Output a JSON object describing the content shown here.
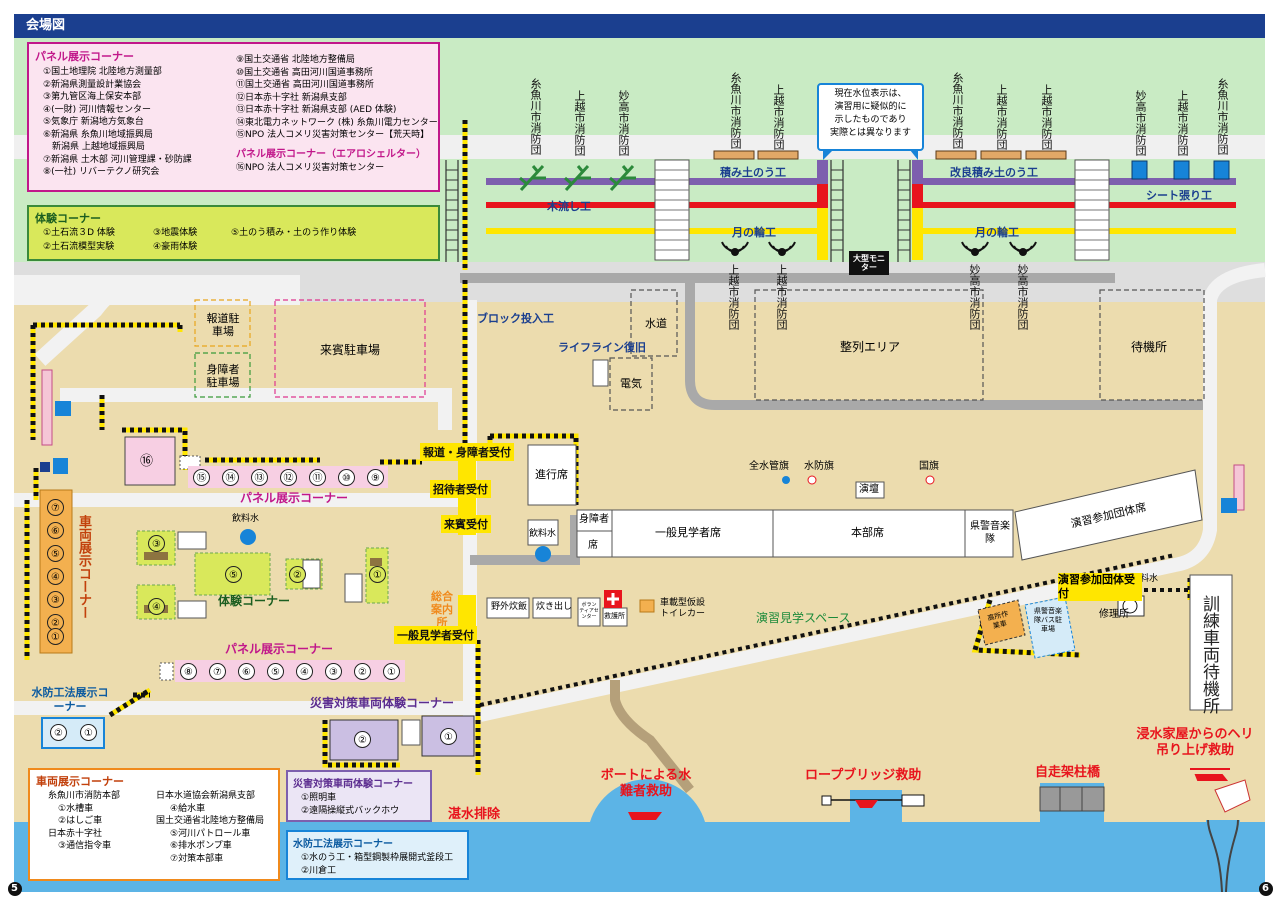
{
  "header": {
    "title": "会場図"
  },
  "page_numbers": {
    "left": "5",
    "right": "6"
  },
  "legend_panel": {
    "title": "パネル展示コーナー",
    "left_items": [
      "①国土地理院 北陸地方測量部",
      "②新潟県測量設計業協会",
      "③第九管区海上保安本部",
      "④(一財) 河川情報センター",
      "⑤気象庁 新潟地方気象台",
      "⑥新潟県 糸魚川地域振興局",
      "　新潟県 上越地域振興局",
      "⑦新潟県 土木部 河川管理課・砂防課",
      "⑧(一社) リバーテクノ研究会"
    ],
    "right_items": [
      "⑨国土交通省 北陸地方整備局",
      "⑩国土交通省 高田河川国道事務所",
      "⑪国土交通省 高田河川国道事務所",
      "⑫日本赤十字社 新潟県支部",
      "⑬日本赤十字社 新潟県支部 (AED 体験)",
      "⑭東北電力ネットワーク (株) 糸魚川電力センター",
      "⑮NPO 法人コメリ災害対策センター【荒天時】"
    ],
    "aero_title": "パネル展示コーナー（エアロシェルター）",
    "aero_items": [
      "⑯NPO 法人コメリ災害対策センター"
    ]
  },
  "legend_experience": {
    "title": "体験コーナー",
    "items": [
      "①土石流３D 体験",
      "②土石流模型実験",
      "③地震体験",
      "④豪雨体験",
      "⑤土のう積み・土のう作り体験"
    ]
  },
  "legend_vehicle": {
    "title": "車両展示コーナー",
    "left_org1": "糸魚川市消防本部",
    "left_items1": [
      "①水槽車",
      "②はしご車"
    ],
    "left_org2": "日本赤十字社",
    "left_items2": [
      "③通信指令車"
    ],
    "right_org1": "日本水道協会新潟県支部",
    "right_items1": [
      "④給水車"
    ],
    "right_org2": "国土交通省北陸地方整備局",
    "right_items2": [
      "⑤河川パトロール車",
      "⑥排水ポンプ車",
      "⑦対策本部車"
    ]
  },
  "legend_disaster": {
    "title": "災害対策車両体験コーナー",
    "items": [
      "①照明車",
      "②遠隔操縦式バックホウ"
    ]
  },
  "legend_flood": {
    "title": "水防工法展示コーナー",
    "items": [
      "①水のう工・箱型鋼製枠展開式釜段工",
      "②川倉工"
    ]
  },
  "callout": {
    "lines": [
      "現在水位表示は、",
      "演習用に疑似的に",
      "示したものであり",
      "実際とは異なります"
    ]
  },
  "work_labels": {
    "tsumi": "積み土のう工",
    "kairyou": "改良積み土のう工",
    "sheet": "シート張り工",
    "kinagashi": "木流し工",
    "tsukinowa1": "月の輪工",
    "tsukinowa2": "月の輪工",
    "monitor": "大型モニター"
  },
  "fire_depts_top": [
    "糸魚川市消防団",
    "上越市消防団",
    "妙高市消防団",
    "糸魚川市消防団",
    "上越市消防団",
    "糸魚川市消防団",
    "上越市消防団",
    "上越市消防団",
    "妙高市消防団",
    "上越市消防団",
    "糸魚川市消防団"
  ],
  "fire_depts_bottom": [
    "上越市消防団",
    "上越市消防団",
    "妙高市消防団",
    "妙高市消防団"
  ],
  "areas": {
    "press_parking": "報道駐車場",
    "disabled_parking": "身障者駐車場",
    "guest_parking": "来賓駐車場",
    "block": "ブロック投入工",
    "lifeline": "ライフライン復旧",
    "water": "水道",
    "electric": "電気",
    "lineup": "整列エリア",
    "waiting": "待機所",
    "progress_seat": "進行席",
    "panel_top": "パネル展示コーナー",
    "panel_bottom": "パネル展示コーナー",
    "experience": "体験コーナー",
    "vehicle_display": "車両展示コーナー",
    "suibou_display": "水防工法展示コーナー",
    "disaster_corner": "災害対策車両体験コーナー",
    "flag_water": "全水管旗",
    "flag_suibou": "水防旗",
    "flag_national": "国旗",
    "podium": "演壇",
    "seat_disabled1": "身障者",
    "seat_disabled2": "席",
    "seat_general": "一般見学者席",
    "seat_hq": "本部席",
    "seat_band": "県警音楽隊",
    "seat_groups": "演習参加団体席",
    "drinking1": "飲料水",
    "drinking2": "飲料水",
    "drinking3": "飲料水",
    "info_center": "総合案内所",
    "field_kitchen": "野外炊飯",
    "food_dist": "炊き出し",
    "volunteer": "ボランティアセンター",
    "relief": "救護所",
    "toilet_car": "車載型仮設トイレカー",
    "viewing_space": "演習見学スペース",
    "high_work": "高所作業車",
    "bus_parking": "県警音楽隊バス駐車場",
    "reception_groups": "演習参加団体受付",
    "repair": "修理所",
    "training_vehicles": "訓練車両待機所",
    "boat_rescue": "ボートによる水難者救助",
    "rope_bridge": "ロープブリッジ救助",
    "self_pillar": "自走架柱橋",
    "heli_rescue": "浸水家屋からのヘリ吊り上げ救助",
    "drainage": "湛水排除"
  },
  "receptions": [
    "報道・身障者受付",
    "招待者受付",
    "来賓受付",
    "一般見学者受付"
  ],
  "panel_booths_top": [
    "⑯",
    "⑮",
    "⑭",
    "⑬",
    "⑫",
    "⑪",
    "⑩",
    "⑨"
  ],
  "panel_booths_bottom": [
    "⑧",
    "⑦",
    "⑥",
    "⑤",
    "④",
    "③",
    "②",
    "①"
  ],
  "vehicle_booths": [
    "⑦",
    "⑥",
    "⑤",
    "④",
    "③",
    "②",
    "①"
  ],
  "experience_booths": [
    "③",
    "④",
    "⑤",
    "②",
    "①"
  ],
  "suibou_booths": [
    "②",
    "①"
  ],
  "disaster_booths": [
    "②",
    "①"
  ],
  "colors": {
    "header": "#1b3f8f",
    "grass": "#c9ebc4",
    "sand": "#ecdcae",
    "water": "#5cb4e6",
    "road": "#bdbdbd",
    "purple": "#7d5fae",
    "red": "#e8141d",
    "yellow": "#ffe600",
    "magenta": "#c1178a"
  }
}
